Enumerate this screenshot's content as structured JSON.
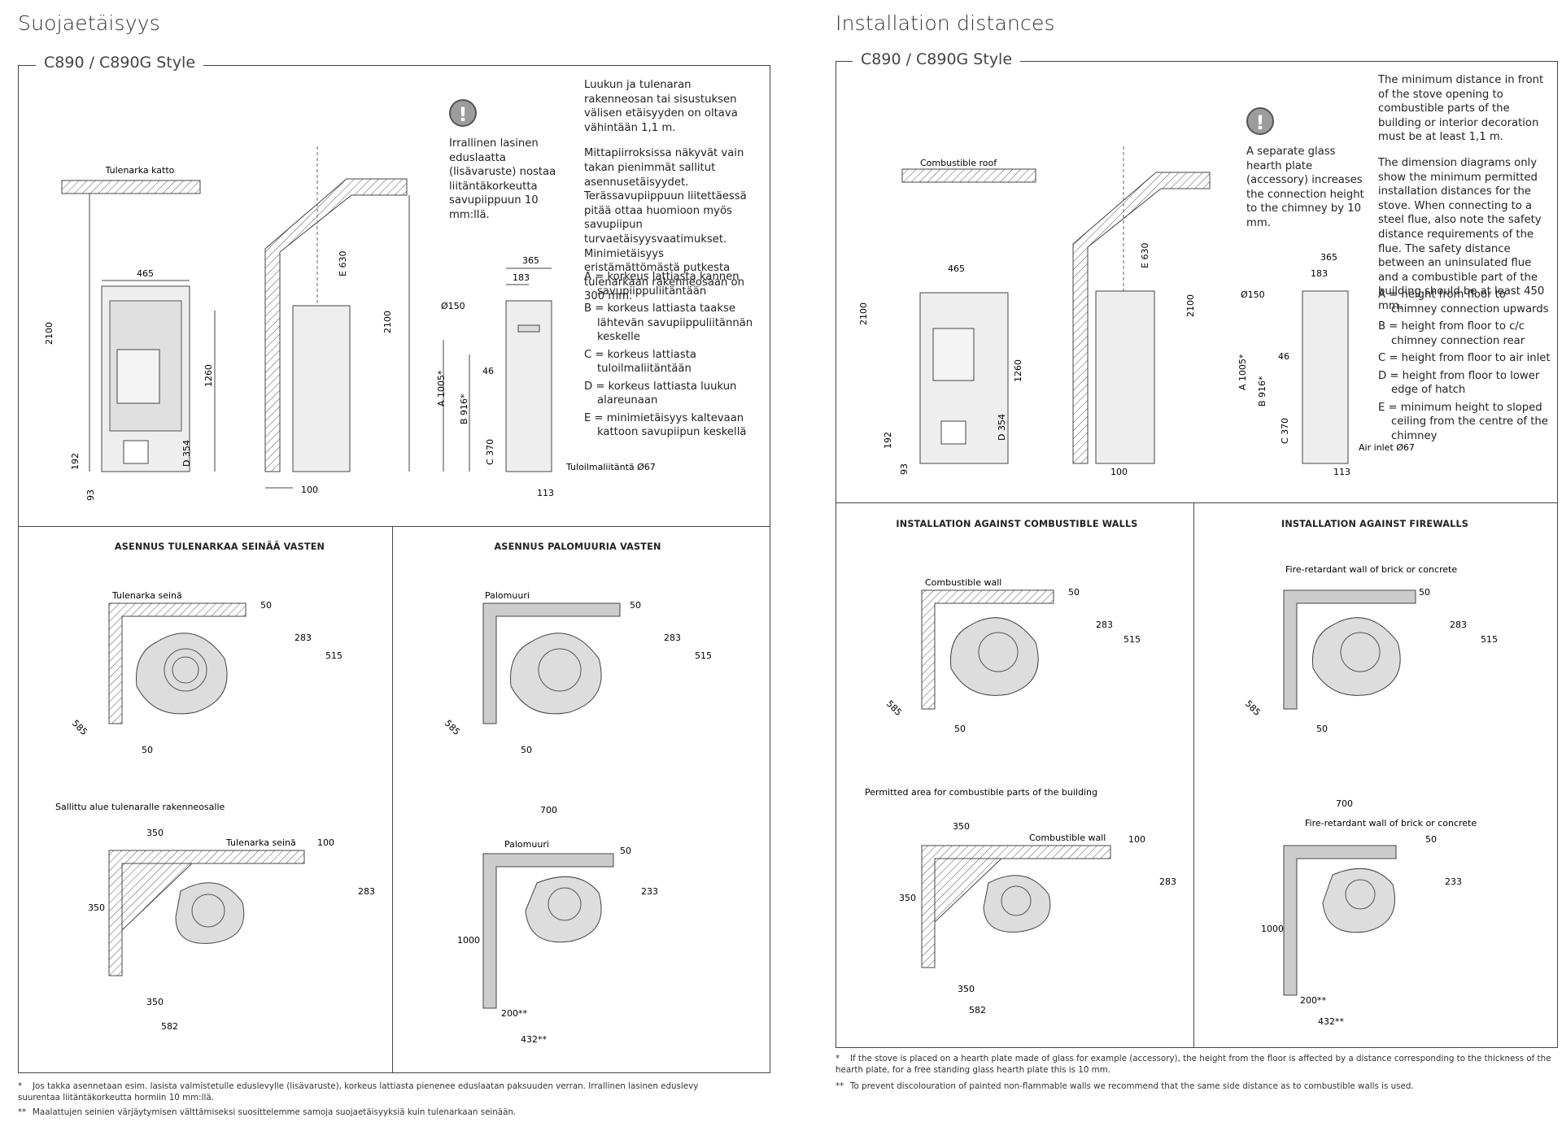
{
  "left": {
    "page_title": "Suojaetäisyys",
    "frame_title": "C890 / C890G Style",
    "glass_plate_note": "Irrallinen lasinen eduslaatta (lisävaruste) nostaa liitäntäkorkeutta savupiippuun 10 mm:llä.",
    "intro_para1": "Luukun ja tulenaran rakenneosan tai sisustuksen välisen etäisyyden on oltava vähintään 1,1 m.",
    "intro_para2": "Mittapiirroksissa näkyvät vain takan pienimmät sallitut asennusetäisyydet. Terässavupiippuun liitettäessä pitää ottaa huomioon myös savupiipun turvaetäisyysvaatimukset. Minimietäisyys eristämättömästä putkesta tulenarkaan rakenneosaan on 300 mm.",
    "legend": [
      "A = korkeus lattiasta kannen savupiippuliitäntään",
      "B = korkeus lattiasta taakse lähtevän savupiippuliitännän keskelle",
      "C = korkeus lattiasta tuloilmaliitäntään",
      "D = korkeus lattiasta luukun alareunaan",
      "E = minimietäisyys kaltevaan kattoon savupiipun keskellä"
    ],
    "roof_label": "Tulenarka katto",
    "inlet_label": "Tuloilmaliitäntä Ø67",
    "section1_title": "ASENNUS TULENARKAA SEINÄÄ VASTEN",
    "section2_title": "ASENNUS PALOMUURIA VASTEN",
    "wall1_label": "Tulenarka seinä",
    "wall2_label": "Palomuuri",
    "wall3_label": "Tulenarka seinä",
    "wall4_label": "Palomuuri",
    "permitted_label": "Sallittu alue tulenaralle rakenneosalle",
    "footnote1_mark": "*",
    "footnote1": "Jos takka asennetaan esim. lasista valmistetulle eduslevylle (lisävaruste), korkeus lattiasta pienenee eduslaatan paksuuden verran. Irrallinen lasinen eduslevy suurentaa liitäntäkorkeutta hormiin 10 mm:llä.",
    "footnote2_mark": "**",
    "footnote2": "Maalattujen seinien värjäytymisen välttämiseksi suosittelemme samoja suojaetäisyyksiä kuin tulenarkaan seinään."
  },
  "right": {
    "page_title": "Installation distances",
    "frame_title": "C890 / C890G Style",
    "glass_plate_note": "A separate glass hearth plate (accessory) increases the connection height to the chimney by 10 mm.",
    "intro_para1": "The minimum distance in front of the stove opening to combustible parts of the building or interior decoration must be at least 1,1 m.",
    "intro_para2": "The dimension diagrams only show the minimum permitted installation distances for the stove. When connecting to a steel flue, also note the safety distance requirements of the flue. The safety distance between an uninsulated flue and a combustible part of the building should be at least 450 mm.",
    "legend": [
      "A = height from floor to chimney connection upwards",
      "B = height from floor to c/c chimney connection rear",
      "C = height from floor to air inlet",
      "D = height from floor to lower edge of hatch",
      "E = minimum height to sloped ceiling from the centre of the chimney"
    ],
    "roof_label": "Combustible roof",
    "inlet_label": "Air inlet Ø67",
    "section1_title": "INSTALLATION AGAINST COMBUSTIBLE WALLS",
    "section2_title": "INSTALLATION AGAINST FIREWALLS",
    "wall1_label": "Combustible wall",
    "wall2_label": "Fire-retardant wall of brick or concrete",
    "wall3_label": "Combustible wall",
    "wall4_label": "Fire-retardant wall of brick or concrete",
    "permitted_label": "Permitted area for combustible parts of the building",
    "footnote1_mark": "*",
    "footnote1": "If the stove is placed on a hearth plate made of glass for example (accessory), the height from the floor is affected by a distance corresponding to the thickness of the hearth plate, for a free standing glass hearth plate this is 10 mm.",
    "footnote2_mark": "**",
    "footnote2": "To prevent discolouration of painted non-flammable walls we recommend that the same side distance as to combustible walls is used."
  },
  "dims": {
    "height_total": "2100",
    "width_front": "465",
    "height_door": "1260",
    "d_label": "D 354",
    "inlet_h": "192",
    "foot_h": "93",
    "e_label": "E 630",
    "back_gap": "100",
    "depth": "365",
    "flue_offset": "183",
    "flue_diam": "Ø150",
    "a_label": "A 1005*",
    "b_label": "B 916*",
    "c_label": "C 370",
    "inlet_offset": "46",
    "inlet_back": "113",
    "gap_50": "50",
    "gap_283": "283",
    "gap_515": "515",
    "diag_585": "585",
    "w_350": "350",
    "w_582": "582",
    "w_700": "700",
    "gap_100": "100",
    "gap_233": "233",
    "h_1000": "1000",
    "gap_200": "200**",
    "w_432": "432**"
  },
  "warning_icon": "exclamation-icon"
}
